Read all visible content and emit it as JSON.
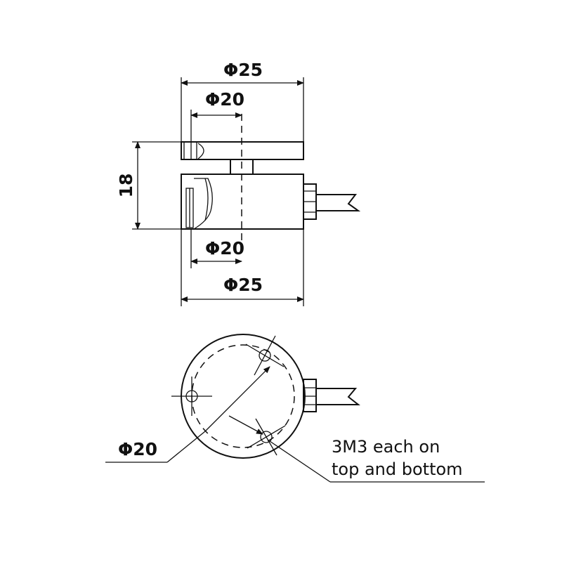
{
  "side_view": {
    "top_outer_diameter": "Φ25",
    "top_inner_diameter": "Φ20",
    "height": "18",
    "bottom_inner_diameter": "Φ20",
    "bottom_outer_diameter": "Φ25"
  },
  "bottom_view": {
    "bolt_circle_diameter": "Φ20",
    "hole_note_line1": "3M3 each on",
    "hole_note_line2": "top and bottom"
  }
}
